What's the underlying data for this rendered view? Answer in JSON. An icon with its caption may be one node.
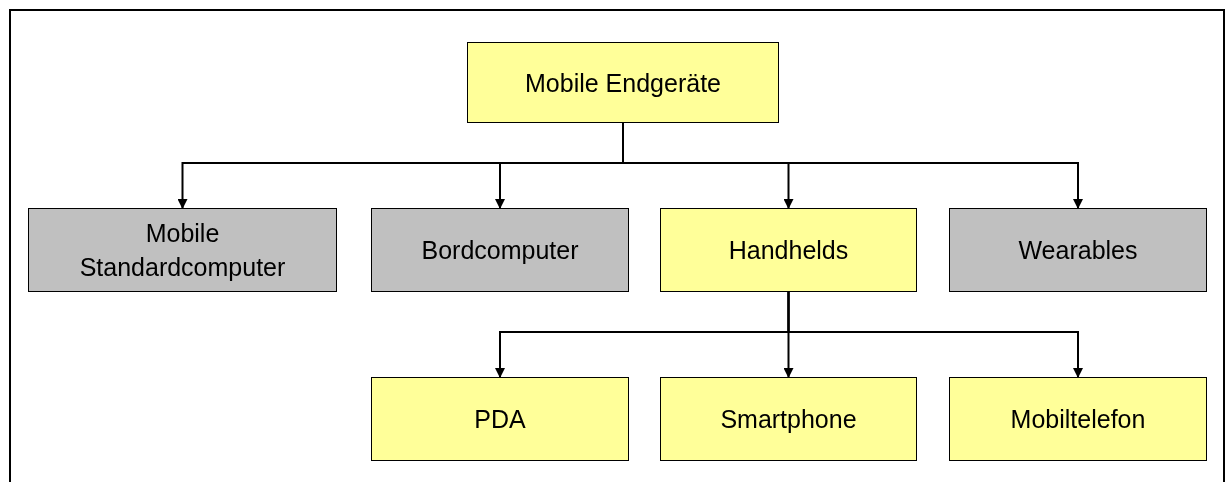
{
  "diagram": {
    "nodes": [
      {
        "text": [
          "Mobile Endgeräte"
        ]
      },
      {
        "text": [
          "Mobile Standardcomputer"
        ]
      },
      {
        "text": [
          "Bordcomputer"
        ]
      },
      {
        "text": [
          "Handhelds"
        ]
      },
      {
        "text": [
          "Wearables"
        ]
      },
      {
        "text": [
          "PDA"
        ]
      },
      {
        "text": [
          "Smartphone"
        ]
      },
      {
        "text": [
          "Mobiltelefon"
        ]
      }
    ],
    "edges": [
      {
        "from": 0,
        "to": 1,
        "arrow": "to"
      },
      {
        "from": 0,
        "to": 2,
        "arrow": "to"
      },
      {
        "from": 0,
        "to": 3,
        "arrow": "to"
      },
      {
        "from": 0,
        "to": 4,
        "arrow": "to"
      },
      {
        "from": 3,
        "to": 5,
        "arrow": "to"
      },
      {
        "from": 3,
        "to": 6,
        "arrow": "to"
      },
      {
        "from": 3,
        "to": 7,
        "arrow": "to"
      }
    ]
  }
}
